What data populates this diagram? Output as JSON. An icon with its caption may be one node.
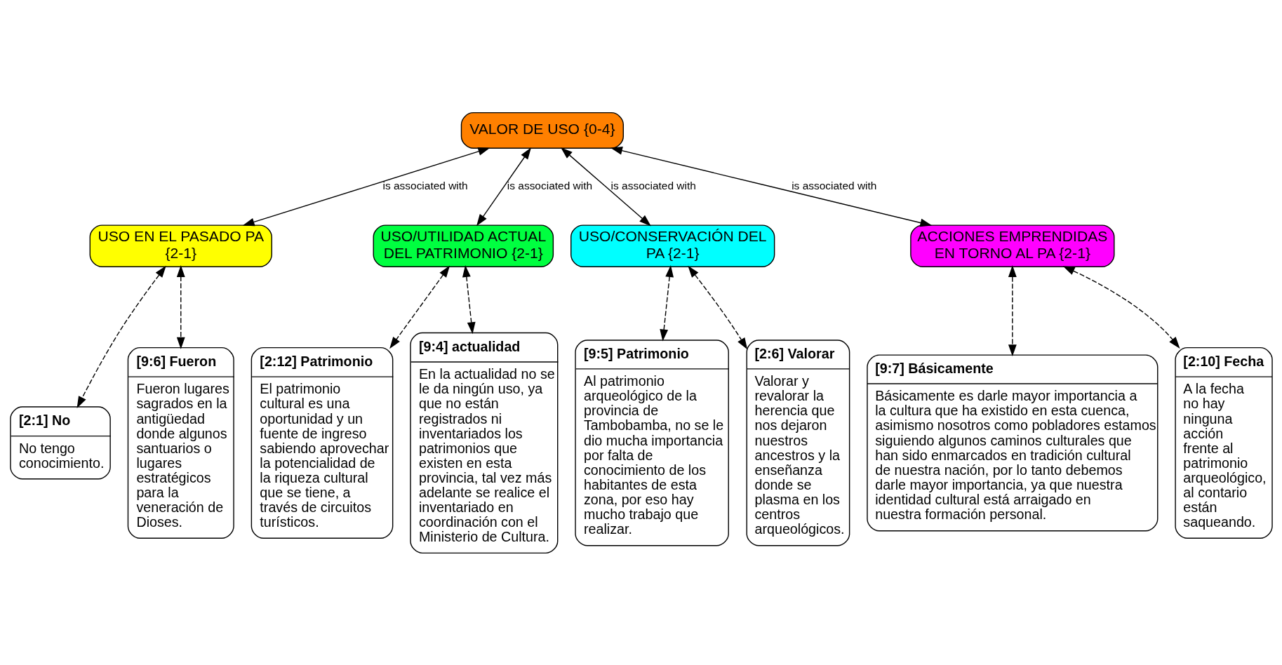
{
  "diagram": {
    "nodes": [
      {
        "text": [
          "VALOR DE USO {0-4}"
        ]
      },
      {
        "text": [
          "USO EN EL PASADO PA {2-1}"
        ]
      },
      {
        "text": [
          "USO/UTILIDAD ACTUAL DEL PATRIMONIO {2-1}"
        ]
      },
      {
        "text": [
          "USO/CONSERVACIÓN DEL PA {2-1}"
        ]
      },
      {
        "text": [
          "ACCIONES EMPRENDIDAS EN TORNO AL PA {2-1}"
        ]
      },
      {
        "text": [
          "[2:1] No",
          "No tengo conocimiento."
        ]
      },
      {
        "text": [
          "[9:6] Fueron",
          "Fueron lugares sagrados en la antigüedad donde algunos santuarios o lugares estratégicos para la veneración de Dioses."
        ]
      },
      {
        "text": [
          "[2:12] Patrimonio",
          "El patrimonio cultural es una oportunidad y un fuente de ingreso sabiendo aprovechar la potencialidad de la riqueza cultural que se tiene, a través de circuitos turísticos."
        ]
      },
      {
        "text": [
          "[9:4] actualidad",
          "En la actualidad no se le da ningún uso, ya que no están registrados ni inventariados los patrimonios que existen en esta provincia, tal vez más adelante se realice el inventariado en coordinación con el Ministerio de Cultura."
        ]
      },
      {
        "text": [
          "[9:5] Patrimonio",
          "Al patrimonio arqueológico de la provincia de Tambobamba, no se le dio mucha importancia por falta de conocimiento de los habitantes de esta zona, por eso hay mucho trabajo que realizar."
        ]
      },
      {
        "text": [
          "[2:6] Valorar",
          "Valorar y revalorar la herencia que nos dejaron nuestros ancestros y la enseñanza donde se plasma en los centros arqueológicos."
        ]
      },
      {
        "text": [
          "[9:7] Básicamente",
          "Básicamente es darle mayor importancia a la cultura que ha existido en esta cuenca, asimismo nosotros como pobladores estamos siguiendo algunos caminos culturales que han sido enmarcados en tradición cultural de nuestra nación, por lo tanto debemos darle mayor importancia, ya que nuestra identidad cultural está arraigado en nuestra formación personal."
        ]
      },
      {
        "text": [
          "[2:10] Fecha",
          "A la fecha no hay ninguna acción frente al patrimonio arqueológico, al contario están saqueando."
        ]
      }
    ],
    "edges": [
      {
        "from": 1,
        "to": 0,
        "arrow": "both",
        "label": "is associated with"
      },
      {
        "from": 2,
        "to": 0,
        "arrow": "both",
        "label": "is associated with"
      },
      {
        "from": 3,
        "to": 0,
        "arrow": "both",
        "label": "is associated with"
      },
      {
        "from": 4,
        "to": 0,
        "arrow": "both",
        "label": "is associated with"
      },
      {
        "from": 5,
        "to": 1,
        "arrow": "both",
        "style": "dashed"
      },
      {
        "from": 6,
        "to": 1,
        "arrow": "both",
        "style": "dashed"
      },
      {
        "from": 7,
        "to": 2,
        "arrow": "both",
        "style": "dashed"
      },
      {
        "from": 8,
        "to": 2,
        "arrow": "both",
        "style": "dashed"
      },
      {
        "from": 9,
        "to": 3,
        "arrow": "both",
        "style": "dashed"
      },
      {
        "from": 10,
        "to": 3,
        "arrow": "both",
        "style": "dashed"
      },
      {
        "from": 11,
        "to": 4,
        "arrow": "both",
        "style": "dashed"
      },
      {
        "from": 12,
        "to": 4,
        "arrow": "both",
        "style": "dashed"
      }
    ]
  }
}
